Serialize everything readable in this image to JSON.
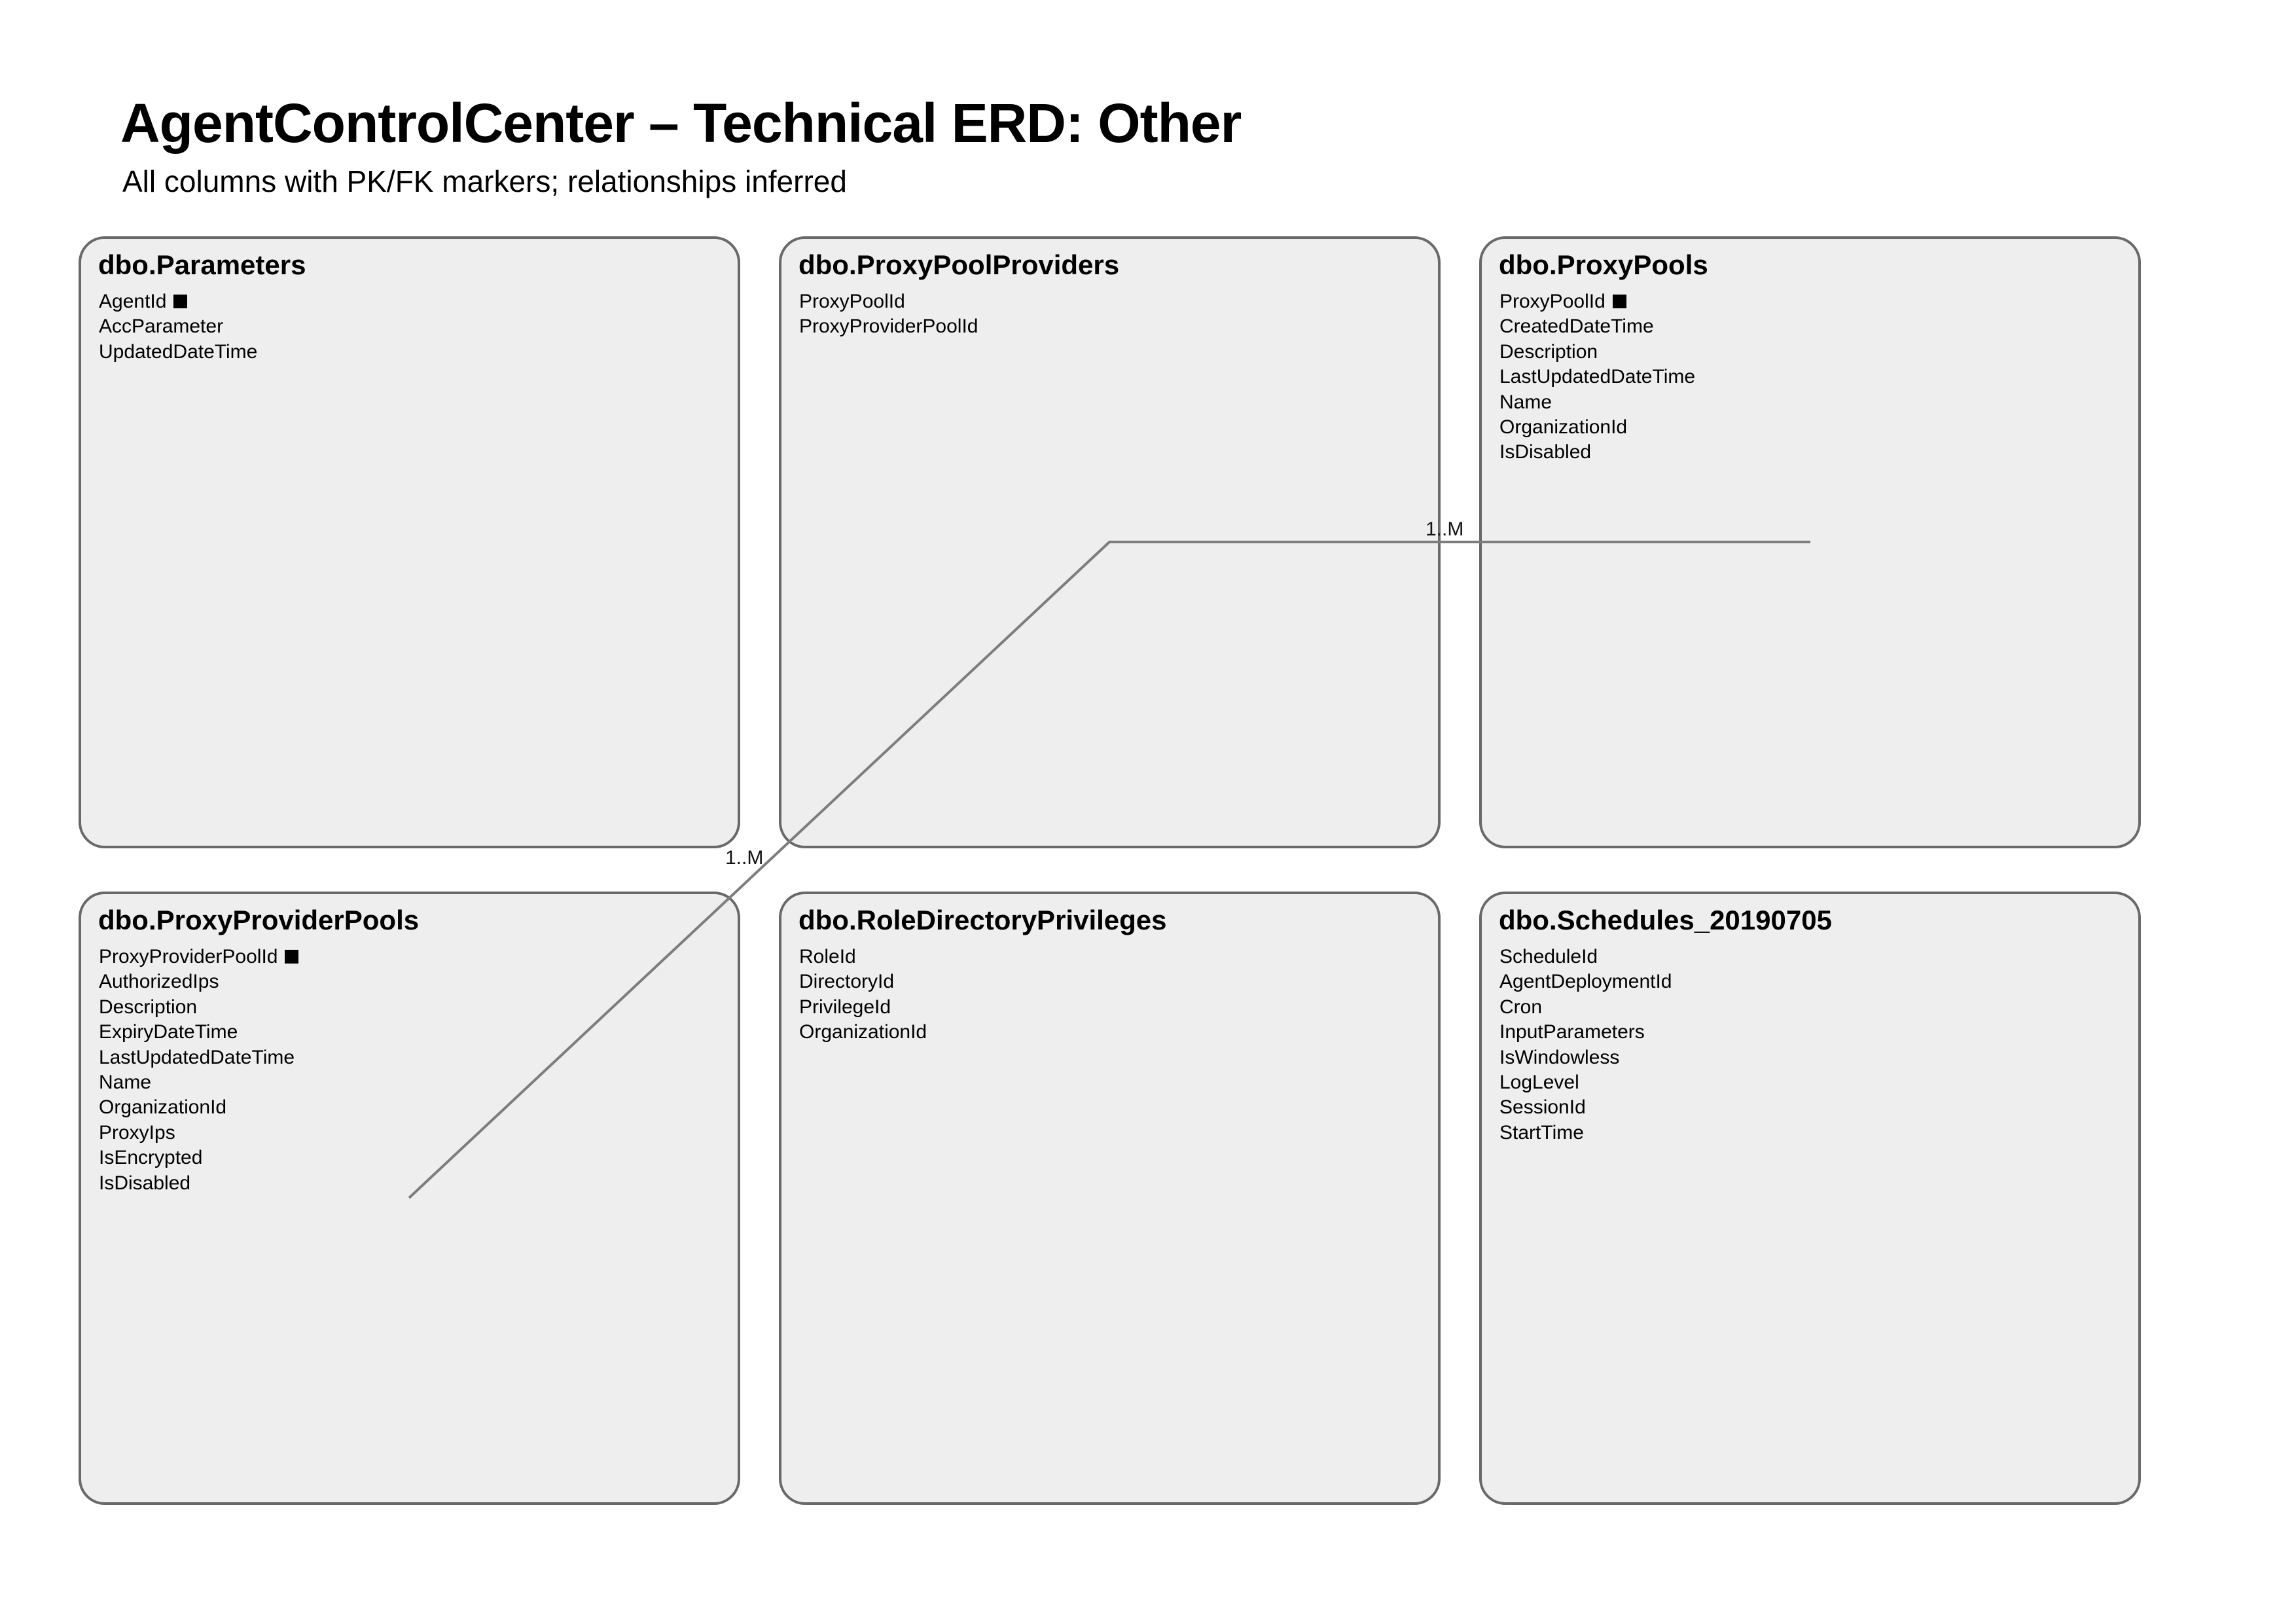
{
  "page": {
    "title": "AgentControlCenter – Technical ERD: Other",
    "subtitle": "All columns with PK/FK markers; relationships inferred"
  },
  "entities": [
    {
      "name": "dbo.Parameters",
      "grid": {
        "row": 0,
        "col": 0
      },
      "columns": [
        {
          "name": "AgentId",
          "pk": true
        },
        {
          "name": "AccParameter",
          "pk": false
        },
        {
          "name": "UpdatedDateTime",
          "pk": false
        }
      ]
    },
    {
      "name": "dbo.ProxyPoolProviders",
      "grid": {
        "row": 0,
        "col": 1
      },
      "columns": [
        {
          "name": "ProxyPoolId",
          "pk": false
        },
        {
          "name": "ProxyProviderPoolId",
          "pk": false
        }
      ]
    },
    {
      "name": "dbo.ProxyPools",
      "grid": {
        "row": 0,
        "col": 2
      },
      "columns": [
        {
          "name": "ProxyPoolId",
          "pk": true
        },
        {
          "name": "CreatedDateTime",
          "pk": false
        },
        {
          "name": "Description",
          "pk": false
        },
        {
          "name": "LastUpdatedDateTime",
          "pk": false
        },
        {
          "name": "Name",
          "pk": false
        },
        {
          "name": "OrganizationId",
          "pk": false
        },
        {
          "name": "IsDisabled",
          "pk": false
        }
      ]
    },
    {
      "name": "dbo.ProxyProviderPools",
      "grid": {
        "row": 1,
        "col": 0
      },
      "columns": [
        {
          "name": "ProxyProviderPoolId",
          "pk": true
        },
        {
          "name": "AuthorizedIps",
          "pk": false
        },
        {
          "name": "Description",
          "pk": false
        },
        {
          "name": "ExpiryDateTime",
          "pk": false
        },
        {
          "name": "LastUpdatedDateTime",
          "pk": false
        },
        {
          "name": "Name",
          "pk": false
        },
        {
          "name": "OrganizationId",
          "pk": false
        },
        {
          "name": "ProxyIps",
          "pk": false
        },
        {
          "name": "IsEncrypted",
          "pk": false
        },
        {
          "name": "IsDisabled",
          "pk": false
        }
      ]
    },
    {
      "name": "dbo.RoleDirectoryPrivileges",
      "grid": {
        "row": 1,
        "col": 1
      },
      "columns": [
        {
          "name": "RoleId",
          "pk": false
        },
        {
          "name": "DirectoryId",
          "pk": false
        },
        {
          "name": "PrivilegeId",
          "pk": false
        },
        {
          "name": "OrganizationId",
          "pk": false
        }
      ]
    },
    {
      "name": "dbo.Schedules_20190705",
      "grid": {
        "row": 1,
        "col": 2
      },
      "columns": [
        {
          "name": "ScheduleId",
          "pk": false
        },
        {
          "name": "AgentDeploymentId",
          "pk": false
        },
        {
          "name": "Cron",
          "pk": false
        },
        {
          "name": "InputParameters",
          "pk": false
        },
        {
          "name": "IsWindowless",
          "pk": false
        },
        {
          "name": "LogLevel",
          "pk": false
        },
        {
          "name": "SessionId",
          "pk": false
        },
        {
          "name": "StartTime",
          "pk": false
        }
      ]
    }
  ],
  "relationships": [
    {
      "from": "dbo.ProxyPoolProviders",
      "to": "dbo.ProxyPools",
      "label": "1..M"
    },
    {
      "from": "dbo.ProxyPoolProviders",
      "to": "dbo.ProxyProviderPools",
      "label": "1..M"
    }
  ]
}
